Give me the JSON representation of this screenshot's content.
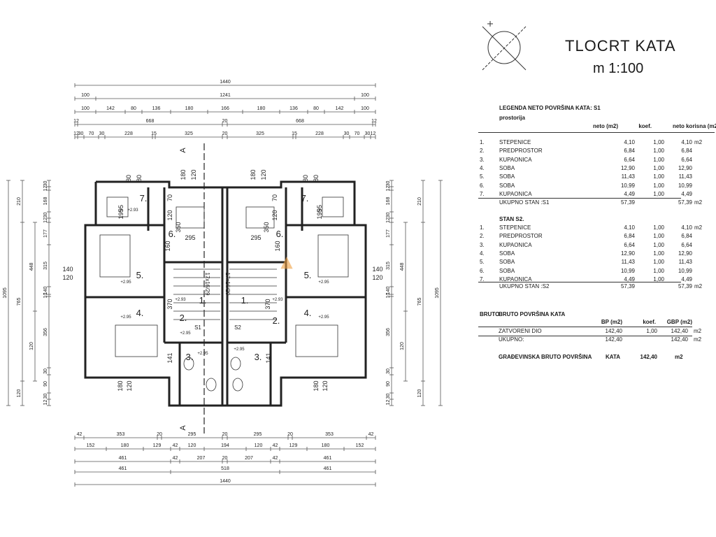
{
  "drawing": {
    "title": "TLOCRT  KATA",
    "scale": "m 1:100"
  },
  "plan": {
    "section_marks": [
      "A",
      "A"
    ],
    "dims_top": [
      [
        "1440"
      ],
      [
        "100",
        "1241",
        "100"
      ],
      [
        "100",
        "142",
        "80",
        "136",
        "180",
        "166",
        "180",
        "136",
        "80",
        "142",
        "100"
      ],
      [
        "12",
        "668",
        "20",
        "668",
        "12"
      ],
      [
        "12",
        "30",
        "70",
        "30",
        "228",
        "15",
        "325",
        "20",
        "325",
        "15",
        "228",
        "30",
        "70",
        "30",
        "12"
      ]
    ],
    "dims_bottom": [
      [
        "42",
        "353",
        "20",
        "295",
        "20",
        "295",
        "20",
        "353",
        "42"
      ],
      [
        "152",
        "180",
        "129",
        "42",
        "120",
        "194",
        "120",
        "42",
        "129",
        "180",
        "152"
      ],
      [
        "461",
        "42",
        "207",
        "20",
        "207",
        "42",
        "461"
      ],
      [
        "461",
        "518",
        "461"
      ],
      [
        "1440"
      ]
    ],
    "dims_left": {
      "outer": "1095",
      "mid": [
        "210",
        "765",
        "120"
      ],
      "inner": [
        "448",
        "120"
      ],
      "detail": [
        "30",
        "12",
        "168",
        "30",
        "12",
        "177",
        "315",
        "140",
        "10",
        "356",
        "30",
        "90",
        "30",
        "12"
      ]
    },
    "dims_right": {
      "outer": "1095",
      "mid": [
        "210",
        "765",
        "120"
      ],
      "inner": [
        "448",
        "120"
      ],
      "detail": [
        "30",
        "12",
        "168",
        "30",
        "12",
        "177",
        "315",
        "140",
        "10",
        "356",
        "30",
        "90",
        "30",
        "12"
      ]
    },
    "rooms": [
      "7.",
      "6.",
      "5.",
      "4.",
      "2.",
      "1.",
      "3.",
      "7.",
      "6.",
      "5.",
      "4.",
      "2.",
      "1.",
      "3."
    ],
    "unit_labels": [
      "S1",
      "S2"
    ],
    "door_labels": [
      "80",
      "80",
      "180",
      "120",
      "180",
      "120",
      "80",
      "80",
      "70",
      "120",
      "350",
      "295",
      "160",
      "70",
      "120",
      "350",
      "295",
      "160",
      "370",
      "370",
      "141",
      "141",
      "180",
      "120",
      "180",
      "120",
      "140",
      "120",
      "140",
      "120",
      "95",
      "195",
      "95",
      "195"
    ],
    "stairs": [
      "17x16/29",
      "17x16/29"
    ],
    "levels": [
      "+2.93",
      "+2.95",
      "+2.95",
      "+2.95",
      "+2.95",
      "+2.95",
      "+2.95",
      "+2.95",
      "+2.93",
      "+2.93"
    ]
  },
  "legend": {
    "heading": "LEGENDA NETO POVRŠINA KATA:  S1",
    "sub": "prostorija",
    "cols": [
      "neto (m2)",
      "koef.",
      "neto korisna (m2)"
    ],
    "s1": [
      {
        "no": "1.",
        "name": "STEPENICE",
        "neto": "4,10",
        "k": "1,00",
        "nk": "4,10",
        "unit": "m2"
      },
      {
        "no": "2.",
        "name": "PREDPROSTOR",
        "neto": "6,84",
        "k": "1,00",
        "nk": "6,84",
        "unit": ""
      },
      {
        "no": "3.",
        "name": "KUPAONICA",
        "neto": "6,64",
        "k": "1,00",
        "nk": "6,64",
        "unit": ""
      },
      {
        "no": "4.",
        "name": "SOBA",
        "neto": "12,90",
        "k": "1,00",
        "nk": "12,90",
        "unit": ""
      },
      {
        "no": "5.",
        "name": "SOBA",
        "neto": "11,43",
        "k": "1,00",
        "nk": "11,43",
        "unit": ""
      },
      {
        "no": "6.",
        "name": "SOBA",
        "neto": "10,99",
        "k": "1,00",
        "nk": "10,99",
        "unit": ""
      },
      {
        "no": "7.",
        "name": "KUPAONICA",
        "neto": "4,49",
        "k": "1,00",
        "nk": "4,49",
        "unit": ""
      }
    ],
    "s1_total": {
      "label": "UKUPNO STAN :S1",
      "neto": "57,39",
      "nk": "57,39",
      "unit": "m2"
    },
    "s2_heading": "STAN S2.",
    "s2": [
      {
        "no": "1.",
        "name": "STEPENICE",
        "neto": "4,10",
        "k": "1,00",
        "nk": "4,10",
        "unit": "m2"
      },
      {
        "no": "2.",
        "name": "PREDPROSTOR",
        "neto": "6,84",
        "k": "1,00",
        "nk": "6,84",
        "unit": ""
      },
      {
        "no": "3.",
        "name": "KUPAONICA",
        "neto": "6,64",
        "k": "1,00",
        "nk": "6,64",
        "unit": ""
      },
      {
        "no": "4.",
        "name": "SOBA",
        "neto": "12,90",
        "k": "1,00",
        "nk": "12,90",
        "unit": ""
      },
      {
        "no": "5.",
        "name": "SOBA",
        "neto": "11,43",
        "k": "1,00",
        "nk": "11,43",
        "unit": ""
      },
      {
        "no": "6.",
        "name": "SOBA",
        "neto": "10,99",
        "k": "1,00",
        "nk": "10,99",
        "unit": ""
      },
      {
        "no": "7.",
        "name": "KUPAONICA",
        "neto": "4,49",
        "k": "1,00",
        "nk": "4,49",
        "unit": ""
      }
    ],
    "s2_total": {
      "label": "UKUPNO STAN :S2",
      "neto": "57,39",
      "nk": "57,39",
      "unit": "m2"
    }
  },
  "gross": {
    "heading_prefix": "BRUTO",
    "heading": "BRUTO POVRŠINA  KATA",
    "cols": [
      "BP (m2)",
      "koef.",
      "GBP (m2)"
    ],
    "rows": [
      {
        "name": "ZATVORENI DIO",
        "bp": "142,40",
        "k": "1,00",
        "gbp": "142,40",
        "unit": "m2"
      },
      {
        "name": "UKUPNO:",
        "bp": "142,40",
        "k": "",
        "gbp": "142,40",
        "unit": "m2"
      }
    ],
    "building_label": "GRAĐEVINSKA BRUTO POVRŠINA",
    "building_floor": "KATA",
    "building_value": "142,40",
    "building_unit": "m2"
  },
  "colors": {
    "ink": "#1a1a1a",
    "line": "#333333",
    "dim": "#555555",
    "watermark": "#f0a040"
  }
}
